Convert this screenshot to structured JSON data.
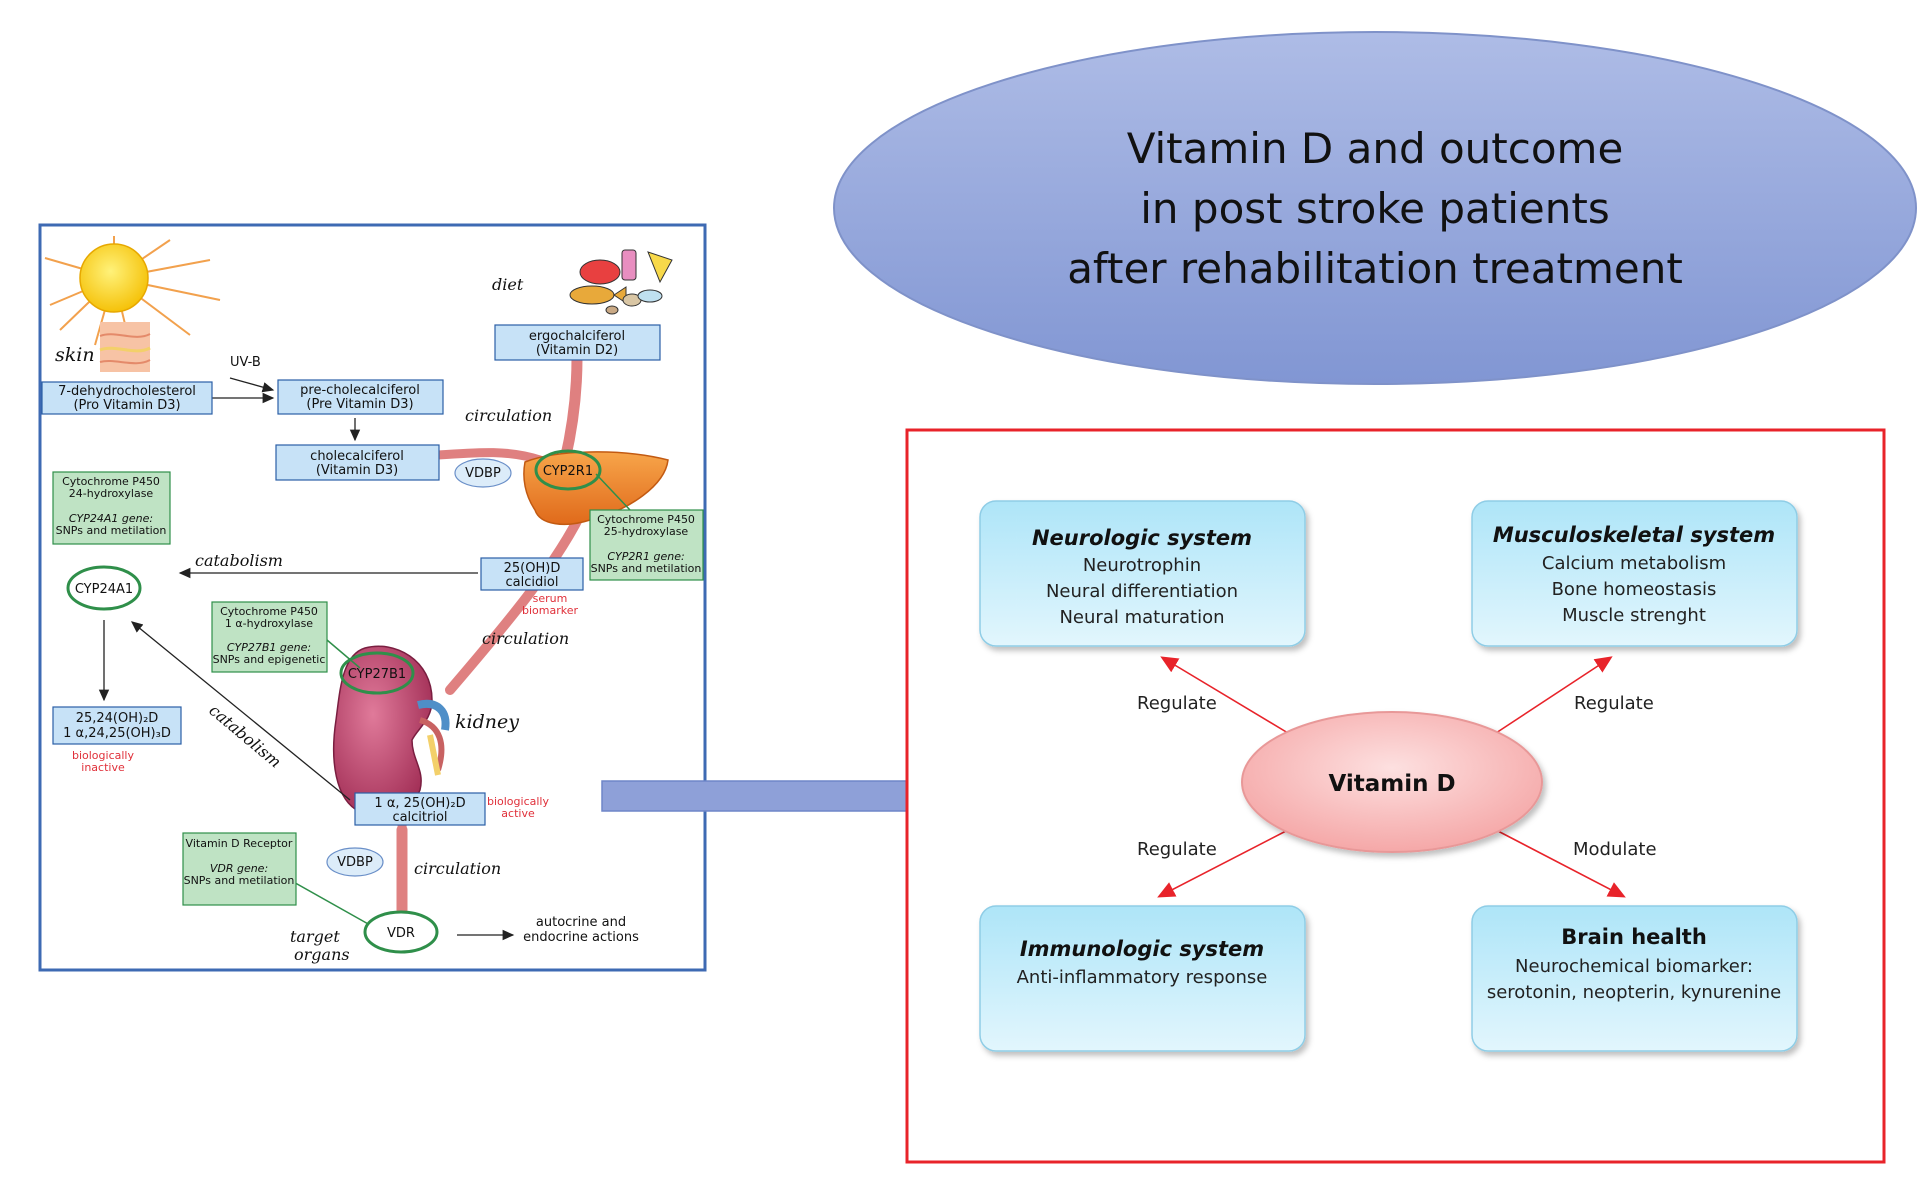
{
  "title": {
    "lines": [
      "Vitamin D and outcome",
      "in post stroke patients",
      "after rehabilitation treatment"
    ]
  },
  "pathway": {
    "labels": {
      "skin": "skin",
      "diet": "diet",
      "uvb": "UV-B",
      "circulation1": "circulation",
      "circulation2": "circulation",
      "circulation3": "circulation",
      "catabolism1": "catabolism",
      "catabolism2": "catabolism",
      "kidney": "kidney",
      "target1": "target",
      "target2": "organs",
      "vdbp1": "VDBP",
      "vdbp2": "VDBP",
      "cyp2r1": "CYP2R1",
      "cyp27b1": "CYP27B1",
      "cyp24a1": "CYP24A1",
      "vdr": "VDR",
      "serum1": "serum",
      "serum2": "biomarker",
      "bioactive1": "biologically",
      "bioactive2": "active",
      "bioinactive1": "biologically",
      "bioinactive2": "inactive",
      "autocrine1": "autocrine and",
      "autocrine2": "endocrine actions"
    },
    "blue_boxes": {
      "dehydro": [
        "7-dehydrocholesterol",
        "(Pro Vitamin D3)"
      ],
      "precholecalciferol": [
        "pre-cholecalciferol",
        "(Pre Vitamin D3)"
      ],
      "cholecalciferol": [
        "cholecalciferol",
        "(Vitamin D3)"
      ],
      "ergocalciferol": [
        "ergochalciferol",
        "(Vitamin D2)"
      ],
      "calcidiol": [
        "25(OH)D",
        "calcidiol"
      ],
      "calcitriol": [
        "1 α, 25(OH)₂D",
        "calcitriol"
      ],
      "inactive": [
        "25,24(OH)₂D",
        "1 α,24,25(OH)₃D"
      ]
    },
    "green_boxes": {
      "cyp24": [
        "Cytochrome P450",
        "24-hydroxylase",
        "",
        "CYP24A1 gene:",
        "SNPs and metilation"
      ],
      "cyp25": [
        "Cytochrome P450",
        "25-hydroxylase",
        "",
        "CYP2R1 gene:",
        "SNPs and metilation"
      ],
      "cyp1a": [
        "Cytochrome P450",
        "1 α-hydroxylase",
        "",
        "CYP27B1 gene:",
        "SNPs and epigenetic"
      ],
      "vdr": [
        "Vitamin D Receptor",
        "",
        "VDR gene:",
        "SNPs and metilation"
      ]
    }
  },
  "effects": {
    "center": "Vitamin D",
    "neuro": {
      "title": "Neurologic system",
      "lines": [
        "Neurotrophin",
        "Neural differentiation",
        "Neural maturation"
      ]
    },
    "musculo": {
      "title": "Musculoskeletal system",
      "lines": [
        "Calcium metabolism",
        "Bone homeostasis",
        "Muscle strenght"
      ]
    },
    "immuno": {
      "title": "Immunologic system",
      "lines": [
        "Anti-inflammatory response"
      ]
    },
    "brain": {
      "title": "Brain health",
      "lines": [
        "Neurochemical biomarker:",
        "serotonin, neopterin,  kynurenine"
      ]
    },
    "verbs": {
      "tl": "Regulate",
      "tr": "Regulate",
      "bl": "Regulate",
      "br": "Modulate"
    }
  },
  "colors": {
    "title_ellipse": "#8fa3d8",
    "pathway_border": "#3e6ab3",
    "effects_border": "#e8232a",
    "arrow_fill": "#8ea0d8",
    "center_ellipse": "#f8b4b4",
    "effect_box": "#c4ecfa",
    "effect_arrow": "#e8232a"
  }
}
